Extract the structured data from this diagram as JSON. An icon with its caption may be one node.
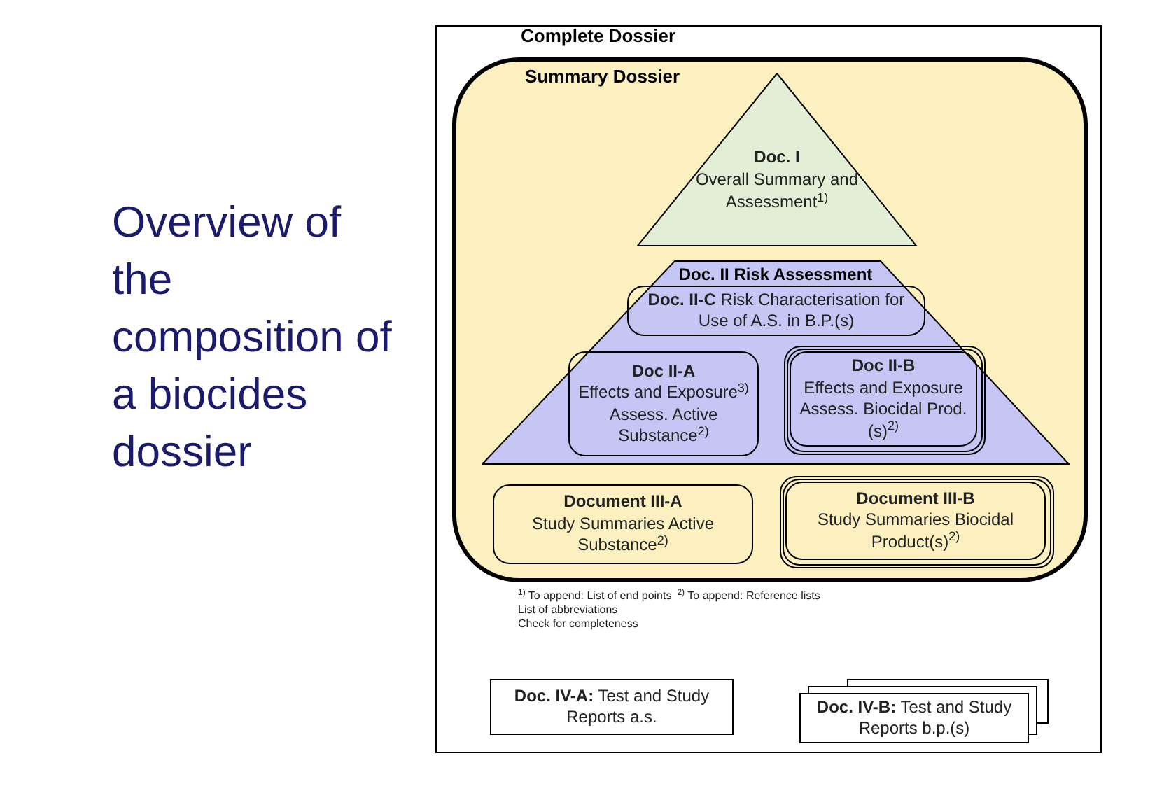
{
  "diagram": {
    "title": "Overview of the composition of a biocides dossier",
    "nodes": [
      {
        "text": [
          "Complete Dossier"
        ]
      },
      {
        "text": [
          "Summary Dossier"
        ],
        "in": 0
      },
      {
        "text": [
          "Doc. I",
          "Overall Summary and Assessment$^{1)}$"
        ],
        "in": 1
      },
      {
        "text": [
          "Doc. II Risk Assessment"
        ],
        "in": 1
      },
      {
        "text": [
          "**Doc. II-C** Risk Characterisation for Use of A.S. in B.P.(s)"
        ],
        "in": 3
      },
      {
        "text": [
          "Doc II-A",
          "Effects and Exposure$^{3)}$ Assess. Active Substance$^{2)}$"
        ],
        "in": 3
      },
      {
        "text": [
          "Doc II-B",
          "Effects and Exposure Assess. Biocidal Prod.(s)$^{2)}$"
        ],
        "in": 3
      },
      {
        "text": [
          "Document III-A",
          "Study Summaries Active Substance$^{2)}$"
        ],
        "in": 1
      },
      {
        "text": [
          "Document III-B",
          "Study Summaries Biocidal Product(s)$^{2)}$"
        ],
        "in": 1
      },
      {
        "text": [
          "**Doc. IV-A:** Test and Study Reports a.s."
        ],
        "in": 0
      },
      {
        "text": [
          "**Doc. IV-B:** Test and Study Reports b.p.(s)"
        ],
        "in": 0
      }
    ],
    "labels": [
      "$^{1)}$ To append: List of end points",
      "$^{2)}$ To append: Reference lists",
      "List of abbreviations",
      "Check for completeness"
    ]
  }
}
